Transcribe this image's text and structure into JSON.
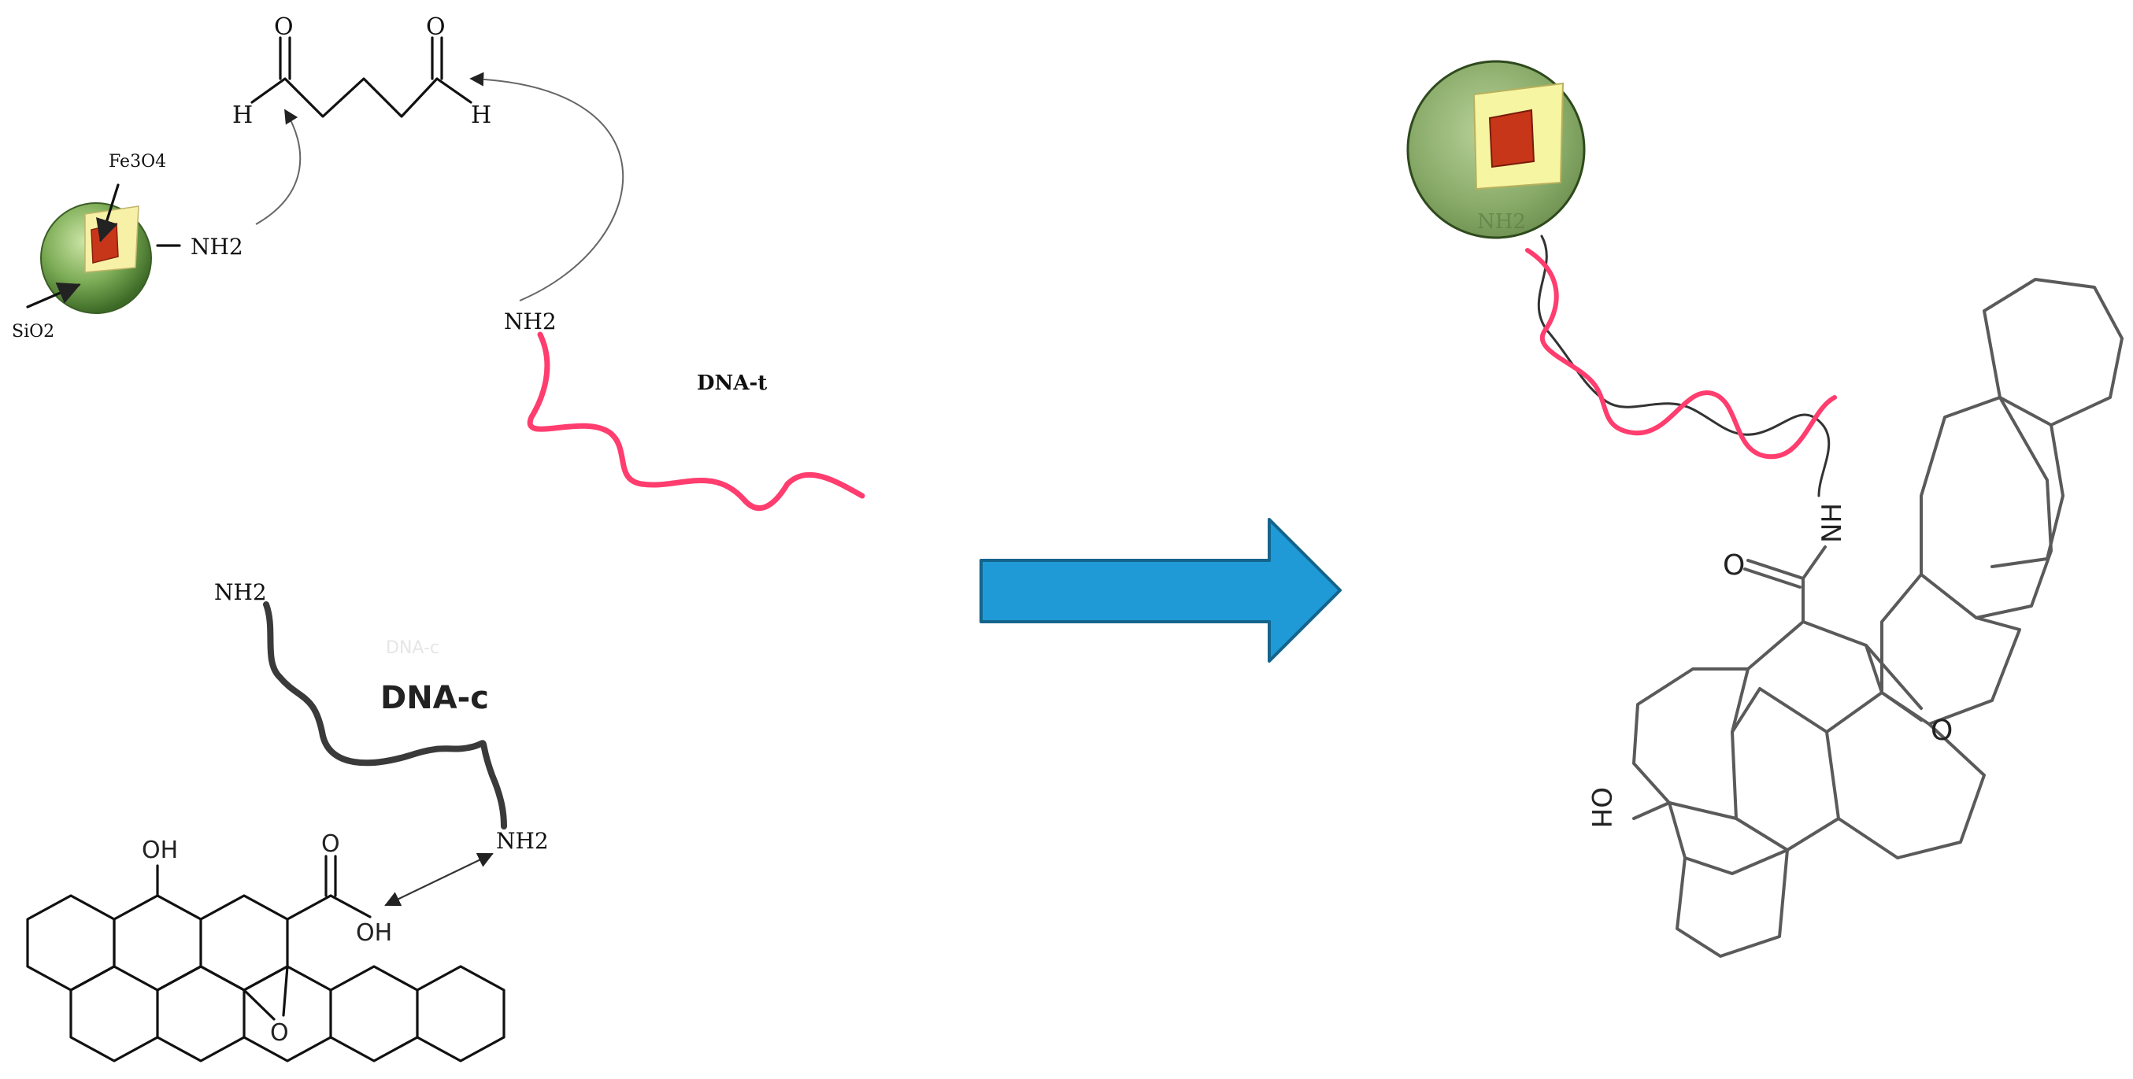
{
  "labels": {
    "fe3o4": "Fe3O4",
    "sio2": "SiO2",
    "nh2_particle": "NH2",
    "aldehyde_h_left": "H",
    "aldehyde_h_right": "H",
    "aldehyde_o_left": "O",
    "aldehyde_o_right": "O",
    "nh2_dna_t": "NH2",
    "dna_t": "DNA-t",
    "nh2_dna_c_top": "NH2",
    "dna_c": "DNA-c",
    "dna_c_ghost": "DNA-c",
    "nh2_dna_c_bottom": "NH2",
    "oh_left_sheet": "OH",
    "o_carboxyl": "O",
    "oh_carboxyl": "OH",
    "o_epoxide_left": "O",
    "nh2_product_particle": "NH2",
    "nh_product": "NH",
    "o_carbonyl_product": "O",
    "o_epoxide_product": "O",
    "oh_product": "OH"
  },
  "colors": {
    "dna_target": "#ff3d6e",
    "dna_capture": "#3a3a3a",
    "arrow_fill": "#1f9ad6",
    "arrow_stroke": "#14648c",
    "shell_green": "#6d9a4c",
    "silica_layer": "#f4f2a4",
    "core_red": "#c8361a"
  }
}
